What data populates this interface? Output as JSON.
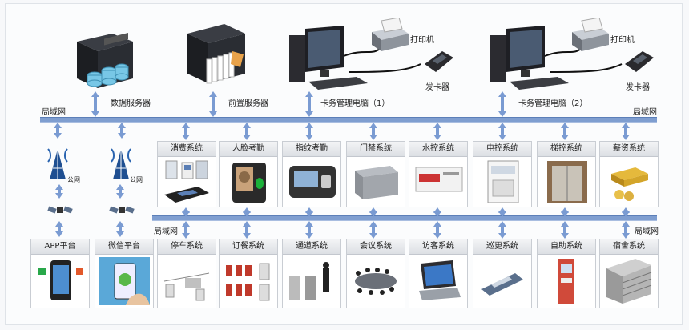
{
  "top": {
    "data_server": "数据服务器",
    "front_server": "前置服务器",
    "pc1": "卡务管理电脑（1）",
    "pc2": "卡务管理电脑（2）",
    "printer1": "打印机",
    "printer2": "打印机",
    "card_issuer1": "发卡器",
    "card_issuer2": "发卡器",
    "lan_left": "局域网",
    "lan_right": "局域网"
  },
  "left": {
    "public1": "公网",
    "public2": "公网"
  },
  "row1": [
    {
      "label": "消费系统"
    },
    {
      "label": "人脸考勤"
    },
    {
      "label": "指纹考勤"
    },
    {
      "label": "门禁系统"
    },
    {
      "label": "水控系统"
    },
    {
      "label": "电控系统"
    },
    {
      "label": "梯控系统"
    },
    {
      "label": "薪资系统"
    }
  ],
  "mid": {
    "lan_left": "局域网",
    "lan_right": "局域网"
  },
  "row2": [
    {
      "label": "APP平台"
    },
    {
      "label": "微信平台"
    },
    {
      "label": "停车系统"
    },
    {
      "label": "订餐系统"
    },
    {
      "label": "通道系统"
    },
    {
      "label": "会议系统"
    },
    {
      "label": "访客系统"
    },
    {
      "label": "巡更系统"
    },
    {
      "label": "自助系统"
    },
    {
      "label": "宿舍系统"
    }
  ],
  "colors": {
    "bus": "#7f9ed0",
    "arrow": "#7a9bd2"
  }
}
